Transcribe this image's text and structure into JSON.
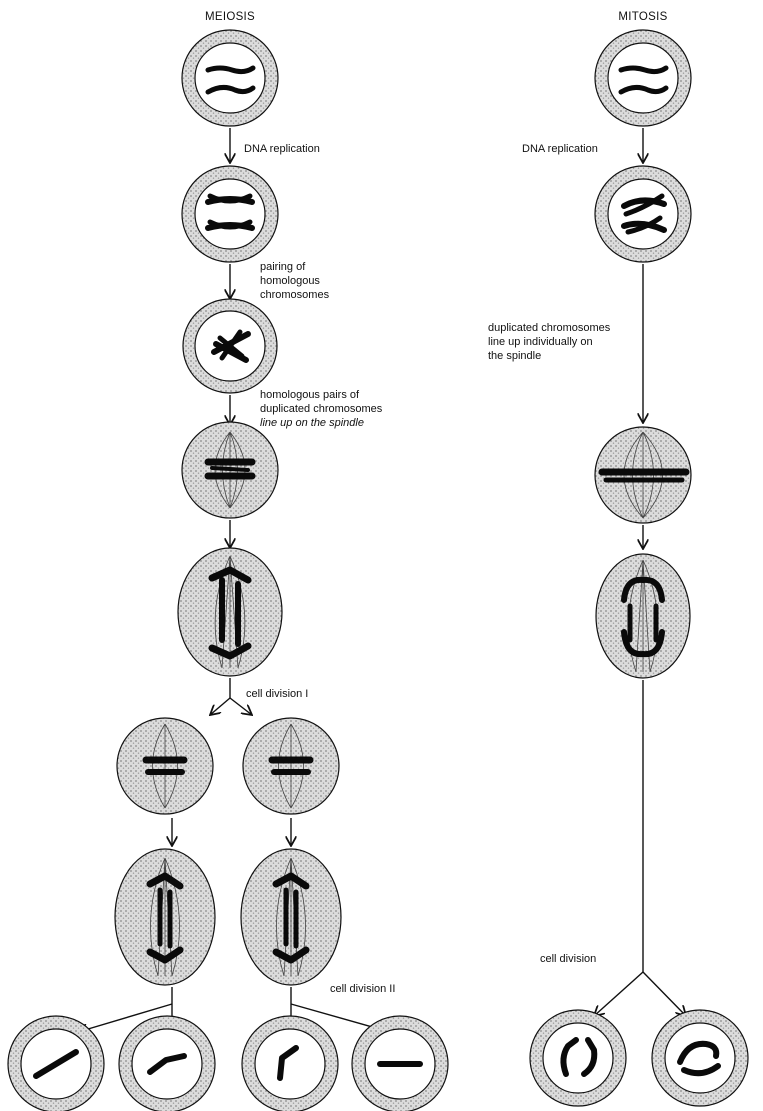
{
  "headers": {
    "meiosis": "MEIOSIS",
    "mitosis": "MITOSIS"
  },
  "labels": {
    "meiosis_dna_replication": "DNA replication",
    "pairing": [
      "pairing of",
      "homologous",
      "chromosomes"
    ],
    "homologous_pairs": [
      "homologous pairs of",
      "duplicated chromosomes",
      "line up on the spindle"
    ],
    "cell_division_1": "cell division I",
    "cell_division_2": "cell division II",
    "mitosis_dna_replication": "DNA replication",
    "mitosis_lineup": [
      "duplicated chromosomes",
      "line up individually on",
      "the spindle"
    ],
    "cell_division": "cell division"
  },
  "colors": {
    "ink": "#111111",
    "stipple": "#b5b5b5",
    "background": "#ffffff"
  }
}
